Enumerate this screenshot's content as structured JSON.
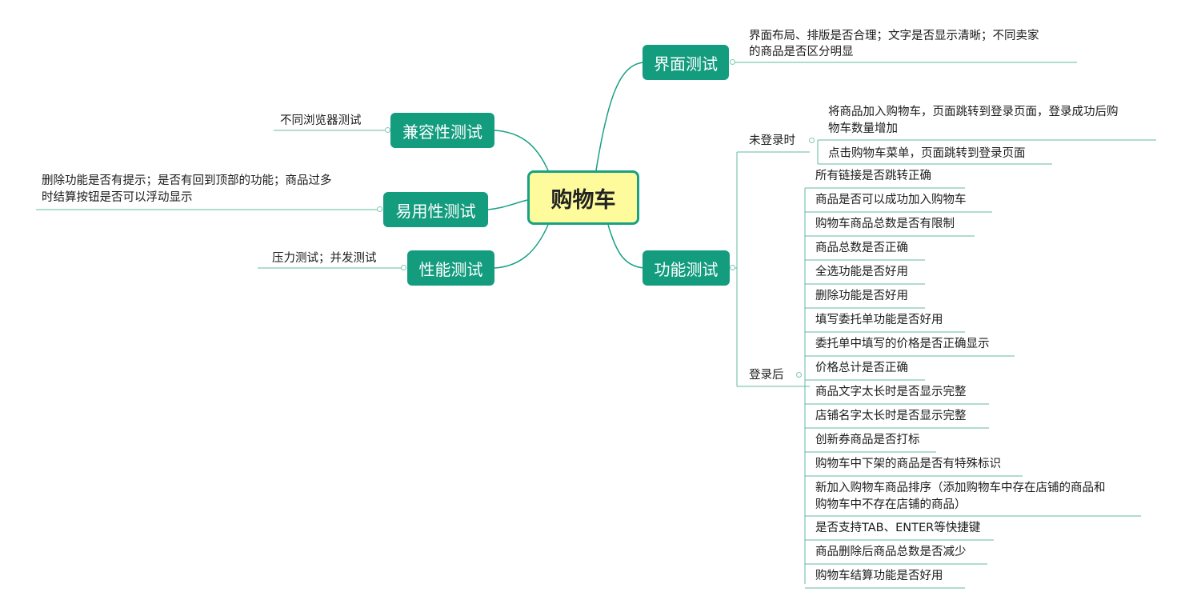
{
  "central": {
    "label": "购物车"
  },
  "topics": {
    "ui": {
      "label": "界面测试"
    },
    "compat": {
      "label": "兼容性测试"
    },
    "usability": {
      "label": "易用性测试"
    },
    "performance": {
      "label": "性能测试"
    },
    "function": {
      "label": "功能测试"
    }
  },
  "leaves": {
    "ui_detail_line1": "界面布局、排版是否合理；文字是否显示清晰；不同卖家",
    "ui_detail_line2": "的商品是否区分明显",
    "compat_detail": "不同浏览器测试",
    "usability_line1": "删除功能是否有提示；是否有回到顶部的功能；商品过多",
    "usability_line2": "时结算按钮是否可以浮动显示",
    "performance_detail": "压力测试；并发测试"
  },
  "function_branches": {
    "not_logged_in": {
      "label": "未登录时",
      "items": [
        [
          "将商品加入购物车，页面跳转到登录页面，登录成功后购",
          "物车数量增加"
        ],
        [
          "点击购物车菜单，页面跳转到登录页面"
        ]
      ]
    },
    "logged_in": {
      "label": "登录后",
      "items": [
        [
          "所有链接是否跳转正确"
        ],
        [
          "商品是否可以成功加入购物车"
        ],
        [
          "购物车商品总数是否有限制"
        ],
        [
          "商品总数是否正确"
        ],
        [
          "全选功能是否好用"
        ],
        [
          "删除功能是否好用"
        ],
        [
          "填写委托单功能是否好用"
        ],
        [
          "委托单中填写的价格是否正确显示"
        ],
        [
          "价格总计是否正确"
        ],
        [
          "商品文字太长时是否显示完整"
        ],
        [
          "店铺名字太长时是否显示完整"
        ],
        [
          "创新券商品是否打标"
        ],
        [
          "购物车中下架的商品是否有特殊标识"
        ],
        [
          "新加入购物车商品排序（添加购物车中存在店铺的商品和",
          "购物车中不存在店铺的商品）"
        ],
        [
          "是否支持TAB、ENTER等快捷键"
        ],
        [
          "商品删除后商品总数是否减少"
        ],
        [
          "购物车结算功能是否好用"
        ]
      ]
    }
  },
  "colors": {
    "topic_bg": "#149c7f",
    "central_bg": "#fdfb9c",
    "central_border": "#19a085",
    "connector": "#19a085",
    "leaf_line": "#62b9a6"
  }
}
